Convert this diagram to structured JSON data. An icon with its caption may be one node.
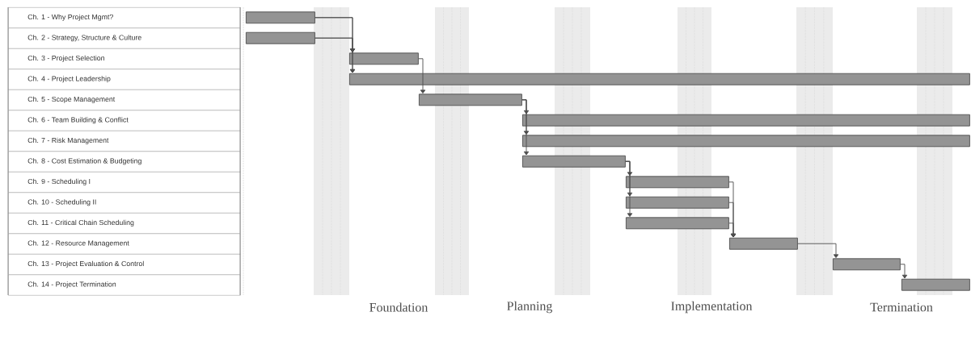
{
  "diagram": {
    "nodes": [
      {
        "text": [],
        "shape": "bar"
      },
      {
        "text": [],
        "shape": "bar"
      },
      {
        "text": [],
        "shape": "bar"
      },
      {
        "text": [],
        "shape": "bar"
      },
      {
        "text": [],
        "shape": "bar"
      },
      {
        "text": [],
        "shape": "bar"
      },
      {
        "text": [],
        "shape": "bar"
      },
      {
        "text": [],
        "shape": "bar"
      },
      {
        "text": [],
        "shape": "bar"
      },
      {
        "text": [],
        "shape": "bar"
      },
      {
        "text": [],
        "shape": "bar"
      },
      {
        "text": [],
        "shape": "bar"
      },
      {
        "text": [],
        "shape": "bar"
      },
      {
        "text": [],
        "shape": "bar"
      }
    ],
    "edges": [
      {
        "from": 0,
        "to": 2,
        "arrow": "to"
      },
      {
        "from": 0,
        "to": 3,
        "arrow": "to"
      },
      {
        "from": 1,
        "to": 2,
        "arrow": "to"
      },
      {
        "from": 1,
        "to": 3,
        "arrow": "to"
      },
      {
        "from": 2,
        "to": 4,
        "arrow": "to"
      },
      {
        "from": 4,
        "to": 5,
        "arrow": "to"
      },
      {
        "from": 4,
        "to": 6,
        "arrow": "to"
      },
      {
        "from": 4,
        "to": 7,
        "arrow": "to"
      },
      {
        "from": 7,
        "to": 8,
        "arrow": "to"
      },
      {
        "from": 7,
        "to": 9,
        "arrow": "to"
      },
      {
        "from": 7,
        "to": 10,
        "arrow": "to"
      },
      {
        "from": 8,
        "to": 11,
        "arrow": "to"
      },
      {
        "from": 9,
        "to": 11,
        "arrow": "to"
      },
      {
        "from": 10,
        "to": 11,
        "arrow": "to"
      },
      {
        "from": 11,
        "to": 12,
        "arrow": "to"
      },
      {
        "from": 12,
        "to": 13,
        "arrow": "to"
      }
    ],
    "labels": [
      "Ch. 1 - Why Project Mgmt?",
      "Ch. 2 - Strategy, Structure & Culture",
      "Ch. 3 - Project Selection",
      "Ch. 4 - Project Leadership",
      "Ch. 5 - Scope Management",
      "Ch. 6 - Team Building & Conflict",
      "Ch. 7 - Risk Management",
      "Ch. 8 - Cost Estimation & Budgeting",
      "Ch. 9 - Scheduling I",
      "Ch. 10 - Scheduling II",
      "Ch. 11 - Critical Chain Scheduling",
      "Ch. 12 - Resource Management",
      "Ch. 13 - Project Evaluation & Control",
      "Ch. 14 - Project Termination",
      "Foundation",
      "Planning",
      "Implementation",
      "Termination"
    ]
  }
}
